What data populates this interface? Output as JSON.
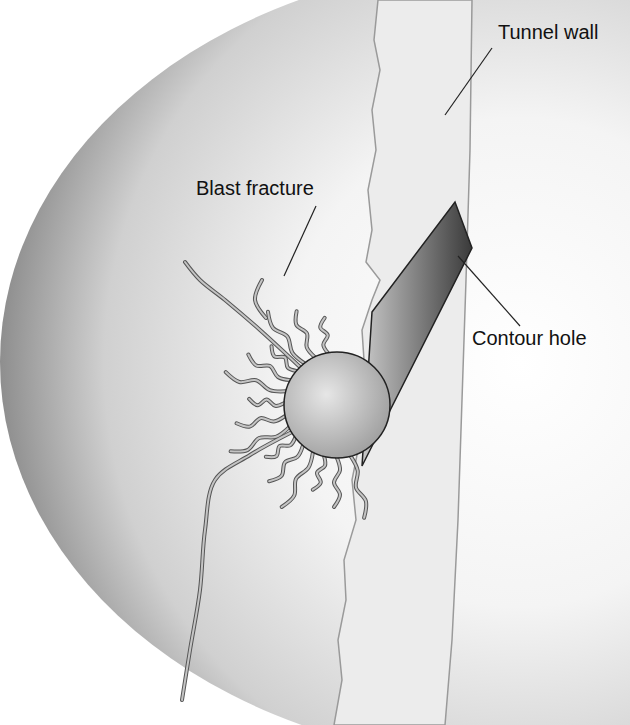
{
  "diagram": {
    "labels": [
      "Tunnel wall",
      "Blast fracture",
      "Contour hole"
    ]
  }
}
